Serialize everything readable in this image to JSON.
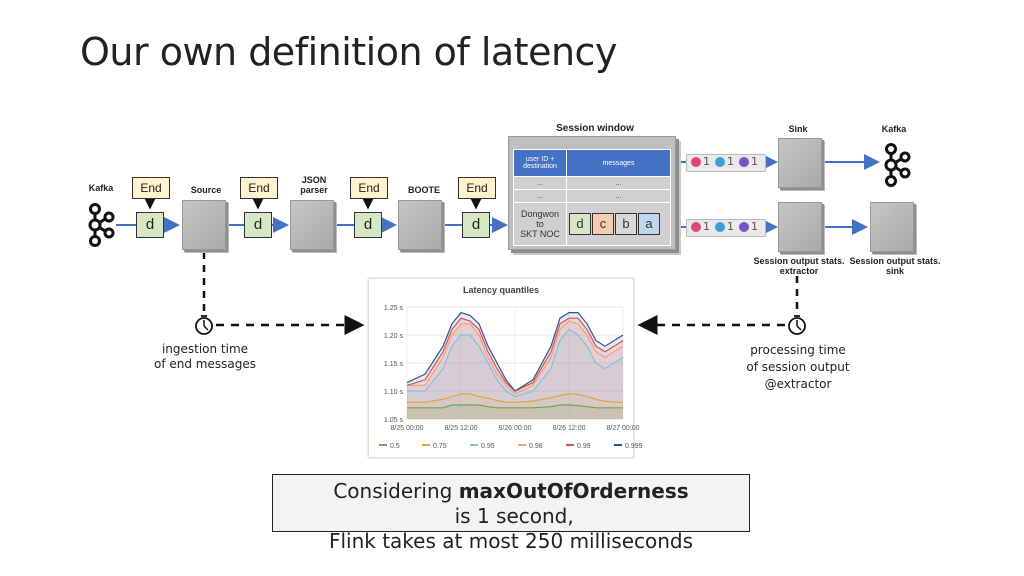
{
  "title": "Our own definition of latency",
  "pipeline": {
    "source_label": "Kafka",
    "stage1_label": "Source",
    "stage2_label": "JSON\nparser",
    "stage3_label": "BOOTE",
    "end_label": "End",
    "d_label": "d"
  },
  "session_window": {
    "title": "Session window",
    "header_col1": "user ID +\ndestination",
    "header_col2": "messages",
    "dots": "...",
    "row_key": "Dongwon\nto\nSKT NOC",
    "items": [
      "d",
      "c",
      "b",
      "a"
    ],
    "item_colors": [
      "#d5e8c4",
      "#f8cbad",
      "#d9d9d9",
      "#bdd7ee"
    ]
  },
  "stream_pills": {
    "count_label": "1",
    "dot_colors": [
      "#e0447a",
      "#3aa0d8",
      "#7b4fc8"
    ]
  },
  "sink": {
    "sink_label": "Sink",
    "kafka_label": "Kafka",
    "extractor_label": "Session output stats.\nextractor",
    "stats_sink_label": "Session output stats.\nsink"
  },
  "annotations": {
    "left": "ingestion time\nof end messages",
    "right": "processing time\nof session output\n@extractor"
  },
  "chart_data": {
    "type": "area",
    "title": "Latency quantiles",
    "x_ticks": [
      "8/25 00:00",
      "8/25 12:00",
      "8/26 00:00",
      "8/26 12:00",
      "8/27 00:00"
    ],
    "y_ticks": [
      "1.05 s",
      "1.10 s",
      "1.15 s",
      "1.20 s",
      "1.25 s"
    ],
    "ylim": [
      1.05,
      1.25
    ],
    "x": [
      0,
      4,
      8,
      10,
      12,
      14,
      16,
      18,
      20,
      22,
      24,
      28,
      32,
      34,
      36,
      38,
      40,
      42,
      44,
      46,
      48
    ],
    "series": [
      {
        "name": "0.5",
        "color": "#6aa84f",
        "values": [
          1.07,
          1.07,
          1.07,
          1.075,
          1.075,
          1.075,
          1.075,
          1.072,
          1.07,
          1.07,
          1.07,
          1.07,
          1.072,
          1.075,
          1.075,
          1.074,
          1.072,
          1.07,
          1.07,
          1.07,
          1.07
        ]
      },
      {
        "name": "0.75",
        "color": "#e6a23c",
        "values": [
          1.08,
          1.08,
          1.085,
          1.09,
          1.095,
          1.095,
          1.09,
          1.087,
          1.083,
          1.08,
          1.08,
          1.082,
          1.088,
          1.092,
          1.095,
          1.094,
          1.09,
          1.085,
          1.082,
          1.08,
          1.08
        ]
      },
      {
        "name": "0.95",
        "color": "#7ec0e8",
        "values": [
          1.1,
          1.1,
          1.14,
          1.18,
          1.2,
          1.2,
          1.18,
          1.15,
          1.12,
          1.1,
          1.09,
          1.1,
          1.14,
          1.19,
          1.21,
          1.2,
          1.18,
          1.15,
          1.14,
          1.15,
          1.16
        ]
      },
      {
        "name": "0.98",
        "color": "#f0a07c",
        "values": [
          1.11,
          1.11,
          1.16,
          1.2,
          1.22,
          1.22,
          1.2,
          1.16,
          1.13,
          1.11,
          1.095,
          1.11,
          1.16,
          1.21,
          1.225,
          1.22,
          1.2,
          1.17,
          1.16,
          1.17,
          1.18
        ]
      },
      {
        "name": "0.99",
        "color": "#d9534f",
        "values": [
          1.11,
          1.12,
          1.17,
          1.21,
          1.23,
          1.225,
          1.21,
          1.17,
          1.14,
          1.115,
          1.1,
          1.115,
          1.17,
          1.22,
          1.23,
          1.23,
          1.21,
          1.18,
          1.17,
          1.18,
          1.19
        ]
      },
      {
        "name": "0.999",
        "color": "#2f5597",
        "values": [
          1.115,
          1.13,
          1.18,
          1.22,
          1.24,
          1.235,
          1.22,
          1.18,
          1.15,
          1.12,
          1.1,
          1.12,
          1.18,
          1.23,
          1.24,
          1.24,
          1.22,
          1.19,
          1.18,
          1.19,
          1.2
        ]
      }
    ]
  },
  "caption": {
    "line1_pre": "Considering ",
    "line1_bold": "maxOutOfOrderness",
    "line1_post": " is 1 second,",
    "line2": "Flink takes at most 250 milliseconds"
  }
}
